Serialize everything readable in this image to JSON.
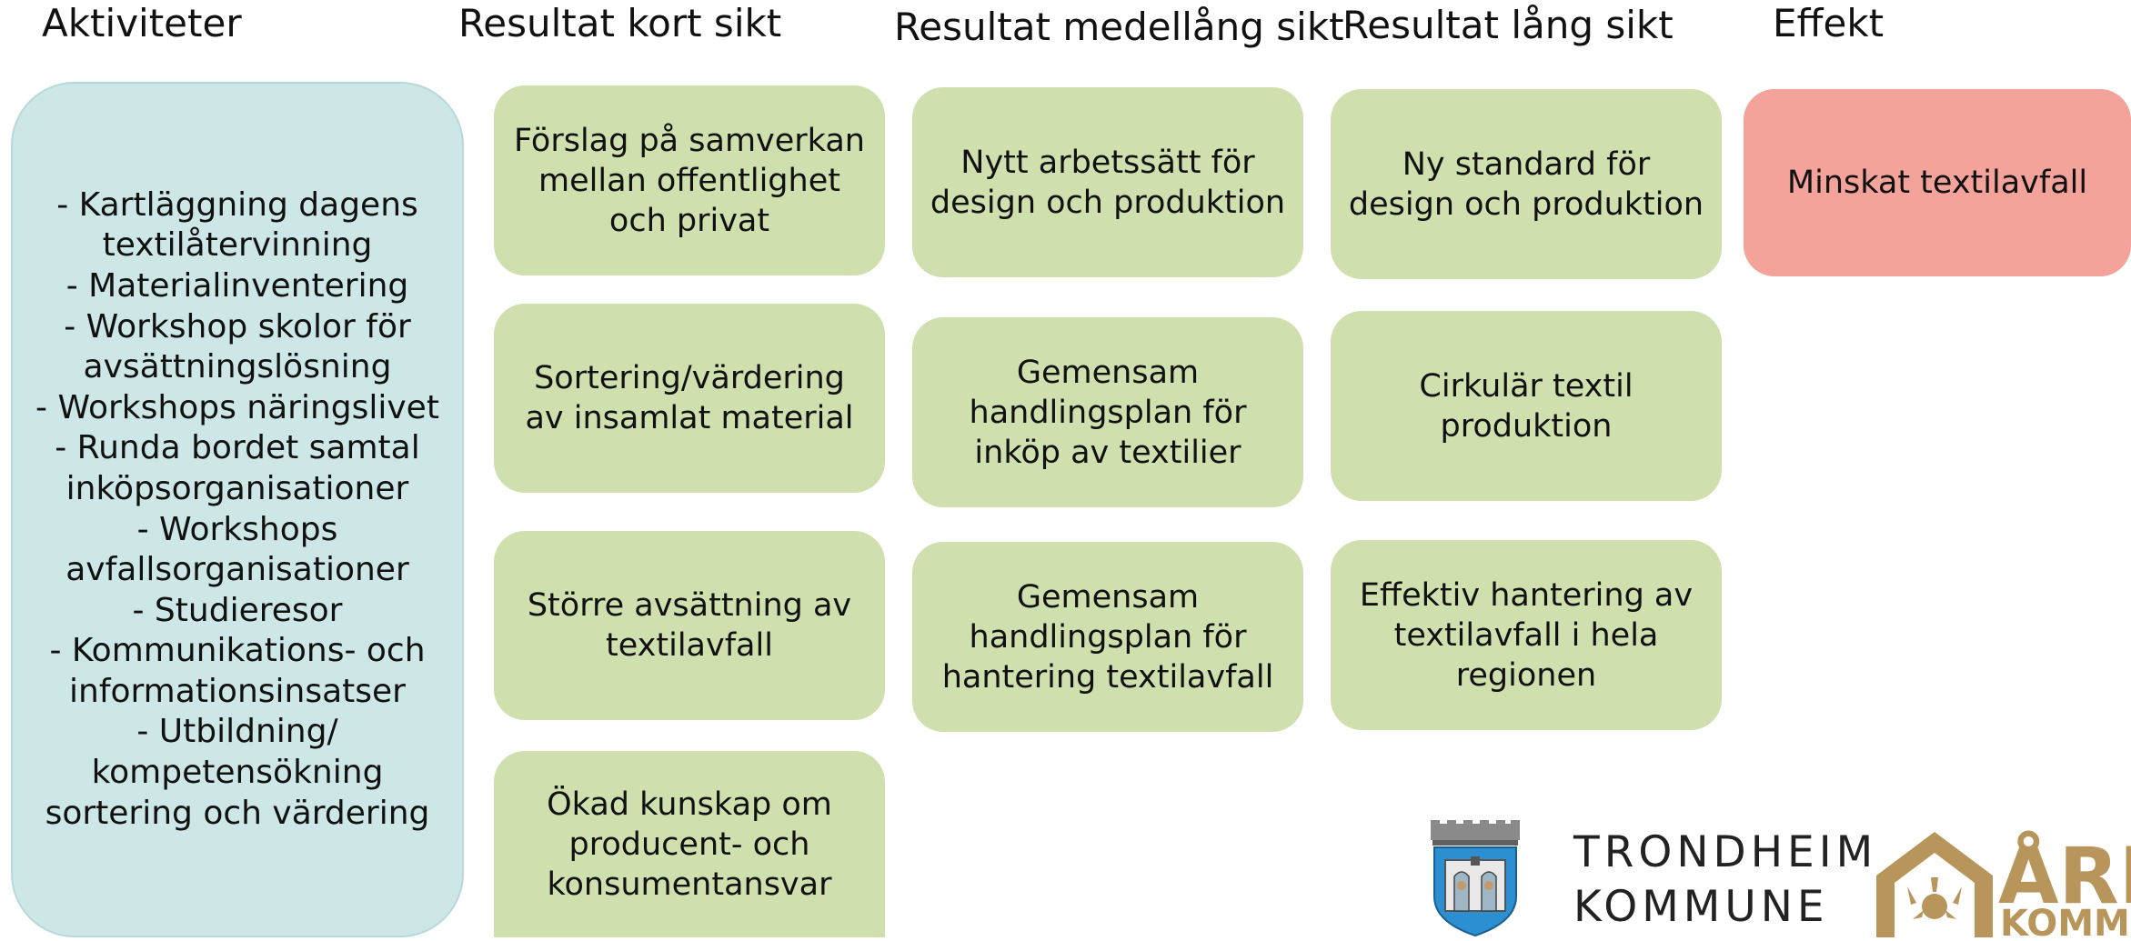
{
  "headers": {
    "activities": "Aktiviteter",
    "short": "Resultat kort sikt",
    "medium": "Resultat medellång sikt",
    "long": "Resultat lång sikt",
    "effect": "Effekt"
  },
  "activities": {
    "lines": [
      "- Kartläggning dagens",
      "textilåtervinning",
      "- Materialinventering",
      "- Workshop skolor för",
      "avsättningslösning",
      "- Workshops näringslivet",
      "- Runda bordet samtal",
      "inköpsorganisationer",
      "- Workshops",
      "avfallsorganisationer",
      "- Studieresor",
      "- Kommunikations- och",
      "informationsinsatser",
      "- Utbildning/",
      "kompetensökning",
      "sortering och värdering"
    ]
  },
  "short_term": [
    {
      "lines": [
        "Förslag på samverkan",
        "mellan offentlighet",
        "och privat"
      ]
    },
    {
      "lines": [
        "Sortering/värdering",
        "av insamlat material"
      ]
    },
    {
      "lines": [
        "Större avsättning av",
        "textilavfall"
      ]
    },
    {
      "lines": [
        "Ökad kunskap om",
        "producent- och",
        "konsumentansvar"
      ]
    }
  ],
  "medium_term": [
    {
      "lines": [
        "Nytt arbetssätt för",
        "design och produktion"
      ]
    },
    {
      "lines": [
        "Gemensam",
        "handlingsplan för",
        "inköp av textilier"
      ]
    },
    {
      "lines": [
        "Gemensam",
        "handlingsplan för",
        "hantering textilavfall"
      ]
    }
  ],
  "long_term": [
    {
      "lines": [
        "Ny standard för",
        "design och produktion"
      ]
    },
    {
      "lines": [
        "Cirkulär textil",
        "produktion"
      ]
    },
    {
      "lines": [
        "Effektiv hantering av",
        "textilavfall i hela",
        "regionen"
      ]
    }
  ],
  "effect": [
    {
      "lines": [
        "Minskat textilavfall"
      ]
    }
  ],
  "logos": {
    "trondheim": {
      "line1": "TRONDHEIM",
      "line2": "KOMMUNE"
    },
    "are": {
      "line1": "ÅRE",
      "line2": "KOMMUN"
    }
  },
  "colors": {
    "activities_fill": "#cde7e7",
    "result_fill": "#cfe0ae",
    "effect_fill": "#f4a39a",
    "are_brand": "#b8955a"
  }
}
